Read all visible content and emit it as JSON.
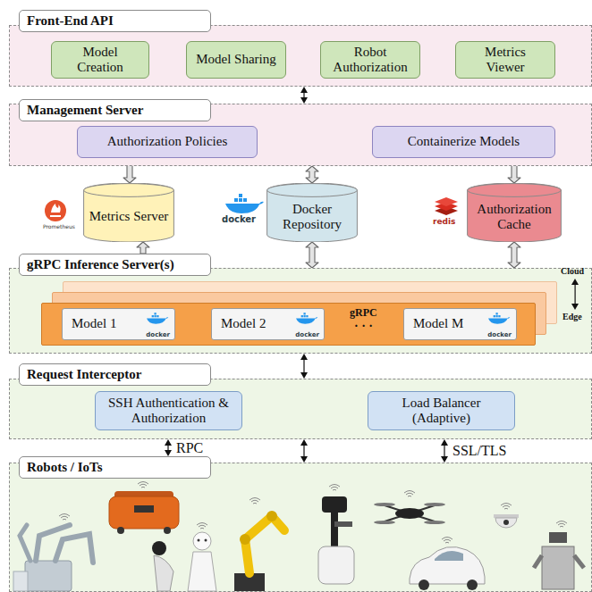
{
  "diagram": {
    "nodes": [
      {
        "text": [
          "Front-End API"
        ]
      },
      {
        "text": [
          "Model Creation"
        ],
        "in": 0
      },
      {
        "text": [
          "Model Sharing"
        ],
        "in": 0
      },
      {
        "text": [
          "Robot Authorization"
        ],
        "in": 0
      },
      {
        "text": [
          "Metrics Viewer"
        ],
        "in": 0
      },
      {
        "text": [
          "Management Server"
        ]
      },
      {
        "text": [
          "Authorization Policies"
        ],
        "in": 5
      },
      {
        "text": [
          "Containerize Models"
        ],
        "in": 5
      },
      {
        "text": [
          "Metrics Server"
        ]
      },
      {
        "text": [
          "Docker Repository"
        ]
      },
      {
        "text": [
          "Authorization Cache"
        ]
      },
      {
        "text": [
          "gRPC Inference Server(s)"
        ]
      },
      {
        "text": [
          "gRPC"
        ],
        "in": 11
      },
      {
        "text": [
          "Model 1",
          "docker"
        ],
        "in": 12
      },
      {
        "text": [
          "Model 2",
          "docker"
        ],
        "in": 12
      },
      {
        "text": [
          "Model M",
          "docker"
        ],
        "in": 12
      },
      {
        "text": [
          "Request Interceptor"
        ]
      },
      {
        "text": [
          "SSH Authentication & Authorization"
        ],
        "in": 16
      },
      {
        "text": [
          "Load Balancer (Adaptive)"
        ],
        "in": 16
      },
      {
        "text": [
          "Robots / IoTs"
        ]
      }
    ],
    "edges": [
      {
        "from": 0,
        "to": 5,
        "arrow": "both"
      },
      {
        "from": 6,
        "to": 8,
        "arrow": "both"
      },
      {
        "from": 5,
        "to": 9,
        "arrow": "both"
      },
      {
        "from": 7,
        "to": 10,
        "arrow": "both"
      },
      {
        "from": 9,
        "to": 11,
        "arrow": "both"
      },
      {
        "from": 10,
        "to": 11,
        "arrow": "both"
      },
      {
        "from": 11,
        "to": 8,
        "arrow": "to"
      },
      {
        "from": 11,
        "to": 16,
        "arrow": "both"
      },
      {
        "from": 16,
        "to": 19,
        "label": "RPC",
        "arrow": "both"
      },
      {
        "from": 16,
        "to": 19,
        "arrow": "both"
      },
      {
        "from": 16,
        "to": 19,
        "label": "SSL/TLS",
        "arrow": "both"
      }
    ],
    "labels": [
      "Prometheus",
      "docker",
      "redis",
      "· · ·",
      "Cloud",
      "Edge"
    ]
  }
}
